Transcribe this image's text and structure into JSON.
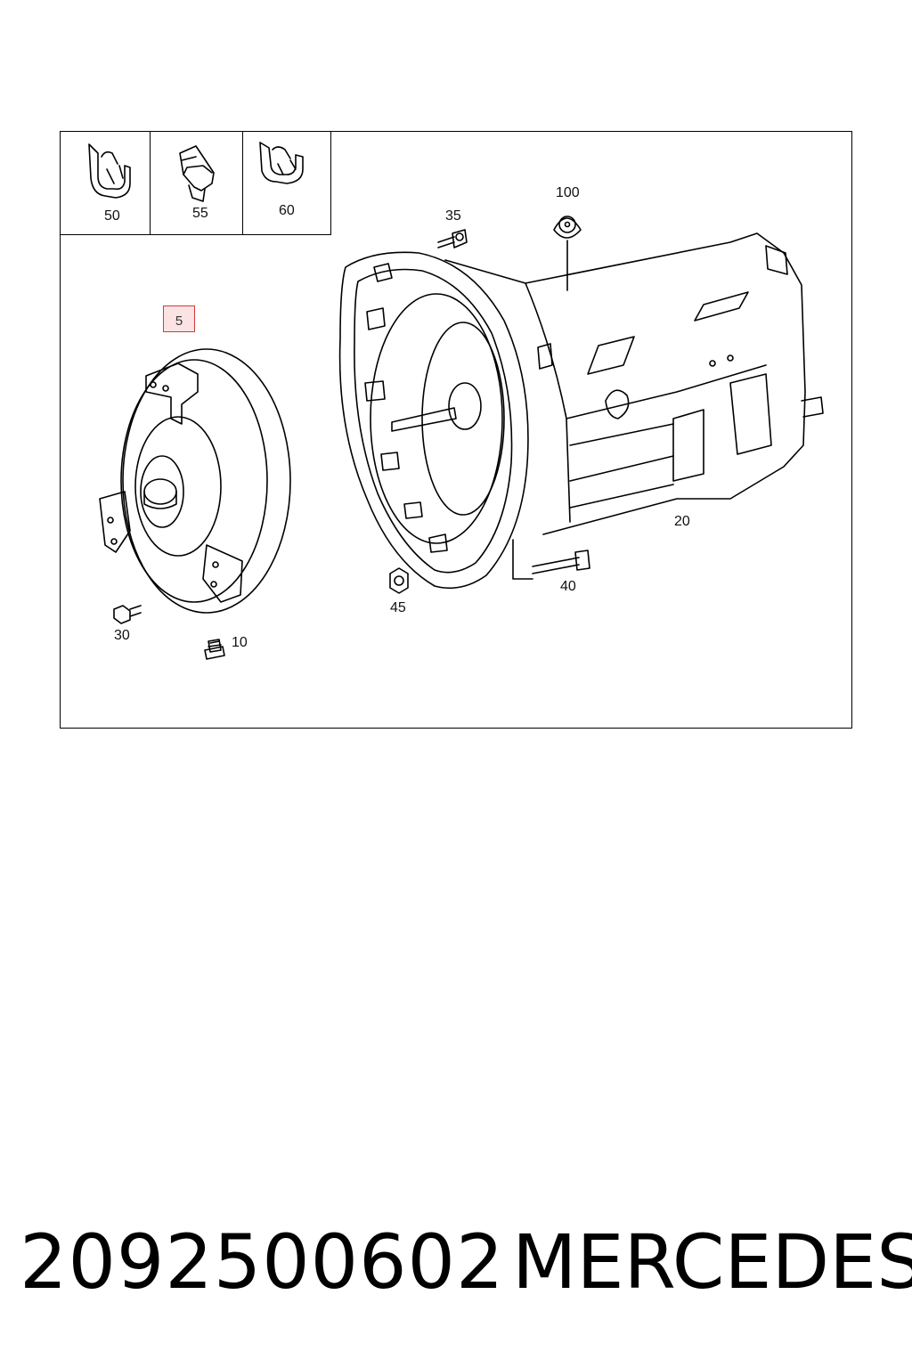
{
  "diagram": {
    "callouts": {
      "c50": "50",
      "c55": "55",
      "c60": "60",
      "c35": "35",
      "c100": "100",
      "c5": "5",
      "c20": "20",
      "c40": "40",
      "c45": "45",
      "c30": "30",
      "c10": "10"
    },
    "highlight_color": "#d23a3a"
  },
  "footer": {
    "part_number": "2092500602",
    "brand": "MERCEDES"
  }
}
